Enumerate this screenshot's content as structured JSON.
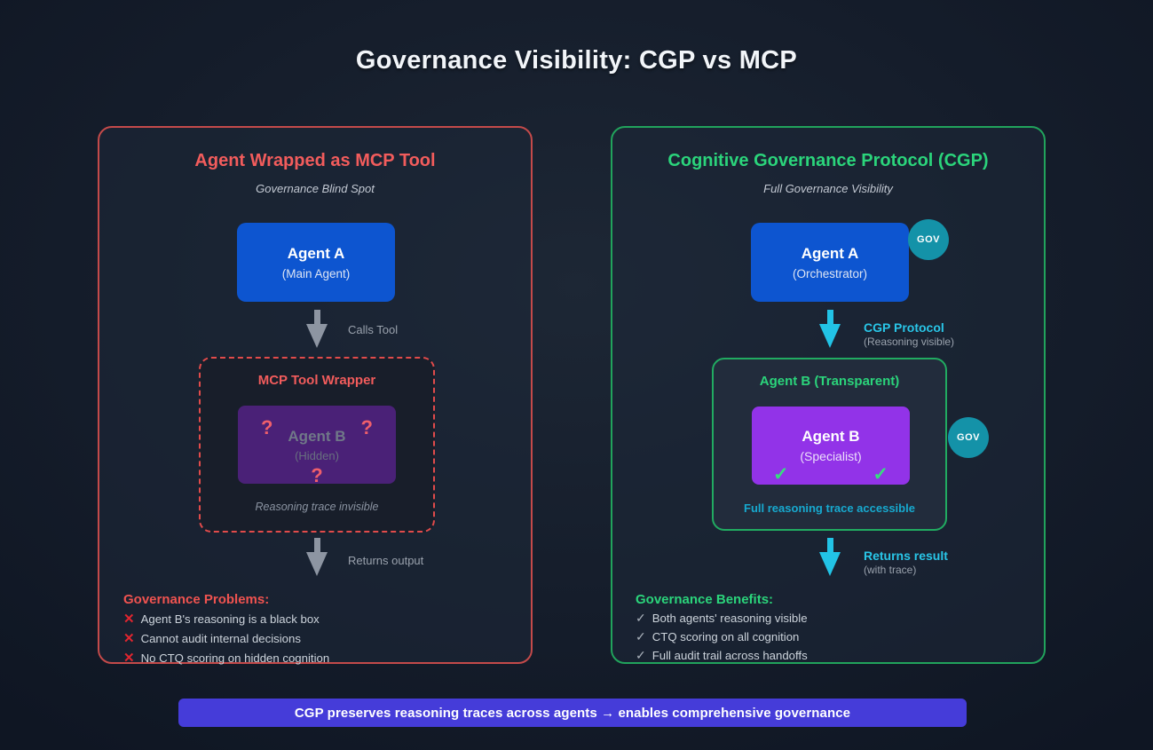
{
  "title": "Governance Visibility: CGP vs MCP",
  "left_panel": {
    "title": "Agent Wrapped as MCP Tool",
    "subtitle": "Governance Blind Spot",
    "agent_a": {
      "name": "Agent A",
      "role": "(Main Agent)"
    },
    "arrow1_label": "Calls Tool",
    "wrapper": {
      "title": "MCP Tool Wrapper",
      "agent_b": {
        "name": "Agent B",
        "role": "(Hidden)"
      },
      "question_mark": "?",
      "note": "Reasoning trace invisible"
    },
    "arrow2_label": "Returns output",
    "problems_title": "Governance Problems:",
    "problem_icon": "✕",
    "problems": [
      "Agent B's reasoning is a black box",
      "Cannot audit internal decisions",
      "No CTQ scoring on hidden cognition"
    ]
  },
  "right_panel": {
    "title": "Cognitive Governance Protocol (CGP)",
    "subtitle": "Full Governance Visibility",
    "agent_a": {
      "name": "Agent A",
      "role": "(Orchestrator)"
    },
    "gov_badge": "GOV",
    "arrow1_label": "CGP Protocol",
    "arrow1_sublabel": "(Reasoning visible)",
    "transparent_box": {
      "title": "Agent B (Transparent)",
      "agent_b": {
        "name": "Agent B",
        "role": "(Specialist)"
      },
      "check_mark": "✓",
      "note": "Full reasoning trace accessible"
    },
    "arrow2_label": "Returns result",
    "arrow2_sublabel": "(with trace)",
    "benefits_title": "Governance Benefits:",
    "benefit_icon": "✓",
    "benefits": [
      "Both agents' reasoning visible",
      "CTQ scoring on all cognition",
      "Full audit trail across handoffs"
    ]
  },
  "banner": {
    "text": "CGP preserves reasoning traces across agents → enables comprehensive governance"
  },
  "colors": {
    "background": "#141c2a",
    "red_accent": "#f25c5c",
    "red_border": "#c44a4a",
    "red_x": "#e0252f",
    "green_accent": "#2bd47b",
    "green_border": "#21a35c",
    "blue_agent": "#0d55d0",
    "purple_hidden": "#4a2177",
    "purple_specialist": "#9233e8",
    "cyan_accent": "#22c3e6",
    "cyan_text": "#17a9cf",
    "teal_gov": "#1492a8",
    "indigo_banner": "#453cd9",
    "gray_arrow": "#8d95a2"
  }
}
